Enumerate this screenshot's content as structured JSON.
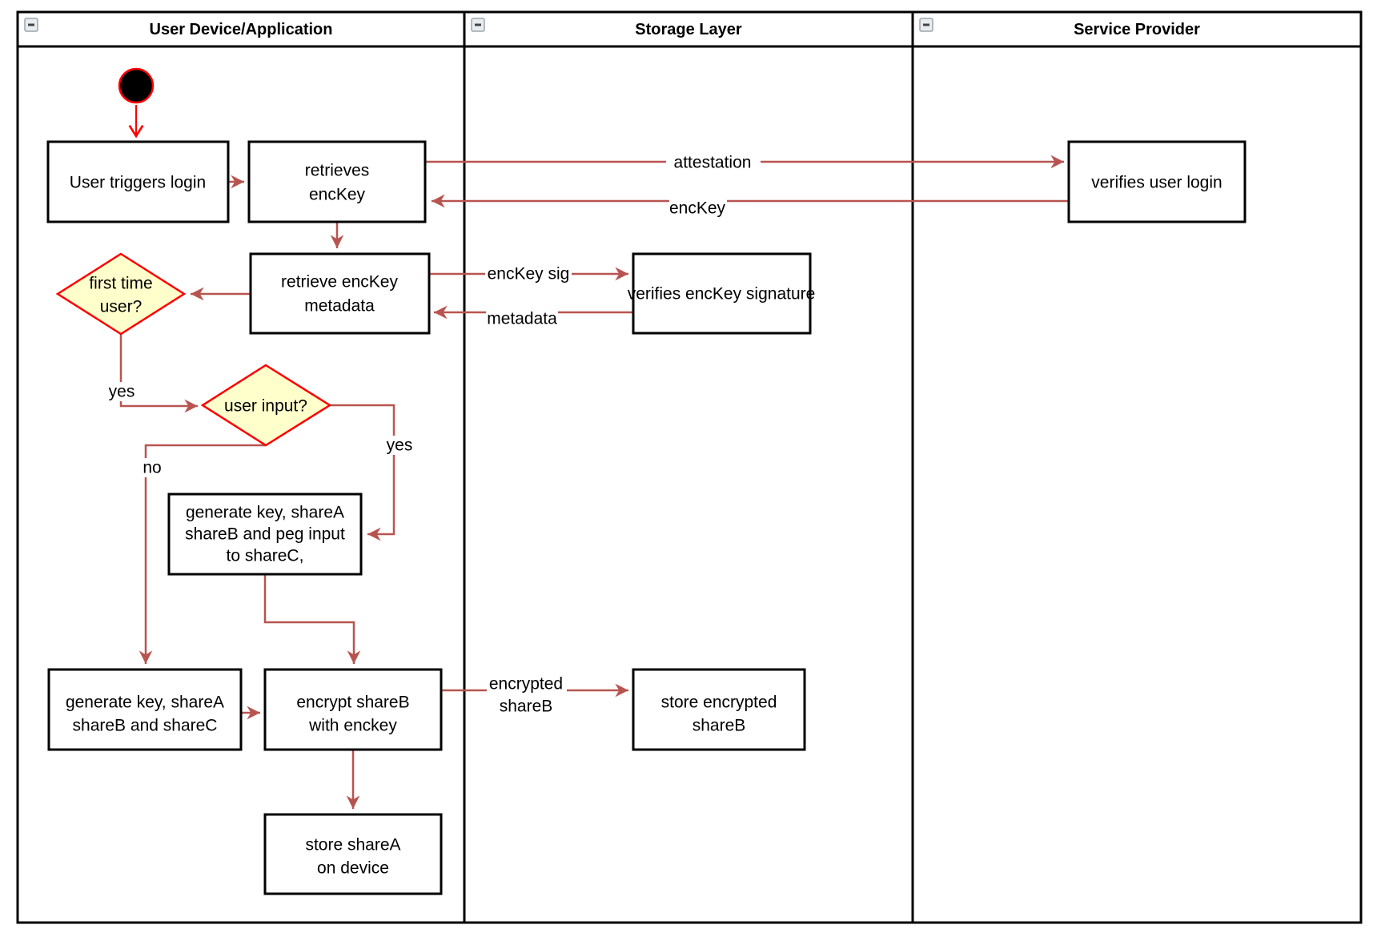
{
  "diagram": {
    "lanes": [
      {
        "title": "User Device/Application"
      },
      {
        "title": "Storage Layer"
      },
      {
        "title": "Service Provider"
      }
    ],
    "nodes": {
      "user_triggers_login": {
        "lines": [
          "User triggers login"
        ]
      },
      "retrieves_enckey": {
        "lines": [
          "retrieves",
          "encKey"
        ]
      },
      "verifies_user_login": {
        "lines": [
          "verifies user login"
        ]
      },
      "retrieve_enckey_metadata": {
        "lines": [
          "retrieve encKey",
          "metadata"
        ]
      },
      "verifies_enckey_signature": {
        "lines": [
          "verifies encKey signature"
        ]
      },
      "first_time_user": {
        "lines": [
          "first time",
          "user?"
        ]
      },
      "user_input": {
        "lines": [
          "user input?"
        ]
      },
      "generate_key_peg_input": {
        "lines": [
          "generate key, shareA",
          "shareB and peg input",
          "to shareC,"
        ]
      },
      "generate_key_sharec": {
        "lines": [
          "generate key, shareA",
          "shareB and shareC"
        ]
      },
      "encrypt_shareb": {
        "lines": [
          "encrypt shareB",
          "with enckey"
        ]
      },
      "store_encrypted_shareb": {
        "lines": [
          "store encrypted",
          "shareB"
        ]
      },
      "store_sharea_on_device": {
        "lines": [
          "store shareA",
          "on device"
        ]
      }
    },
    "edge_labels": {
      "attestation": "attestation",
      "enckey_return": "encKey",
      "enckey_sig": "encKey sig",
      "metadata_return": "metadata",
      "first_time_yes": "yes",
      "user_input_yes": "yes",
      "user_input_no": "no",
      "encrypted_shareb": [
        "encrypted",
        "shareB"
      ]
    },
    "colors": {
      "flow_arrow": "#B85450",
      "highlight_red": "#FF0000",
      "decision_fill": "#FFFFCC",
      "shape_border": "#000000",
      "background": "#FFFFFF"
    }
  }
}
